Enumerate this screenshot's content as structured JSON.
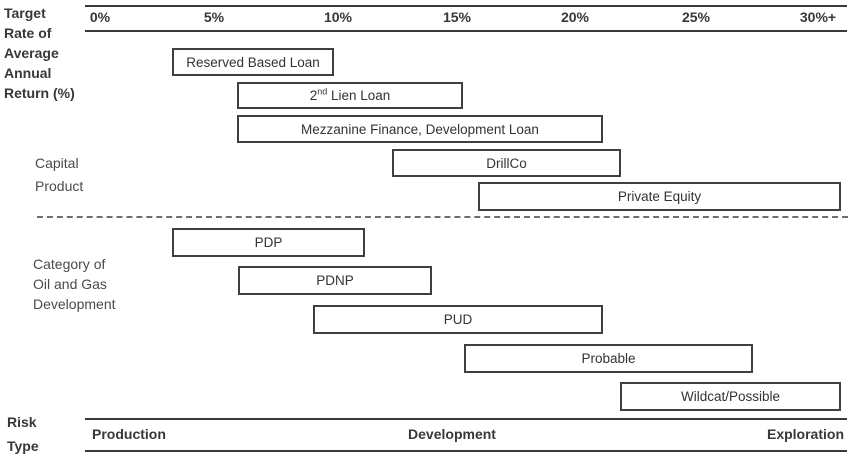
{
  "axis": {
    "title": "Target\nRate of\nAverage\nAnnual\nReturn (%)",
    "ticks": [
      "0%",
      "5%",
      "10%",
      "15%",
      "20%",
      "25%",
      "30%+"
    ]
  },
  "capital": {
    "label": "Capital\nProduct",
    "items": [
      {
        "label": "Reserved Based Loan"
      },
      {
        "prefix": "2",
        "sup": "nd",
        "suffix": " Lien Loan"
      },
      {
        "label": "Mezzanine Finance, Development Loan"
      },
      {
        "label": "DrillCo"
      },
      {
        "label": "Private Equity"
      }
    ]
  },
  "category": {
    "label": "Category of\nOil and Gas\nDevelopment",
    "items": [
      {
        "label": "PDP"
      },
      {
        "label": "PDNP"
      },
      {
        "label": "PUD"
      },
      {
        "label": "Probable"
      },
      {
        "label": "Wildcat/Possible"
      }
    ]
  },
  "risk": {
    "label": "Risk\nType",
    "zones": {
      "left": "Production",
      "center": "Development",
      "right": "Exploration"
    }
  },
  "colors": {
    "line": "#3a3a3a",
    "box_border": "#3f3f3f",
    "text": "#383838",
    "dashed_divider": "#6e6e6e",
    "background": "#ffffff"
  },
  "chart_data": {
    "type": "bar",
    "subtype": "horizontal-range-gantt",
    "title": "Capital products and oil & gas development categories vs target rate of average annual return",
    "xlabel": "Target Rate of Average Annual Return (%)",
    "x_ticks": [
      "0%",
      "5%",
      "10%",
      "15%",
      "20%",
      "25%",
      "30%+"
    ],
    "xlim": [
      0,
      31
    ],
    "grid": false,
    "series": [
      {
        "name": "Capital Product",
        "items": [
          {
            "label": "Reserved Based Loan",
            "range_pct": [
              3,
              9.5
            ]
          },
          {
            "label": "2nd Lien Loan",
            "range_pct": [
              5.5,
              15
            ]
          },
          {
            "label": "Mezzanine Finance, Development Loan",
            "range_pct": [
              5.5,
              21
            ]
          },
          {
            "label": "DrillCo",
            "range_pct": [
              12,
              21.5
            ]
          },
          {
            "label": "Private Equity",
            "range_pct": [
              15.5,
              31
            ]
          }
        ]
      },
      {
        "name": "Category of Oil and Gas Development",
        "items": [
          {
            "label": "PDP",
            "range_pct": [
              3,
              11
            ]
          },
          {
            "label": "PDNP",
            "range_pct": [
              5.5,
              14
            ]
          },
          {
            "label": "PUD",
            "range_pct": [
              9,
              21
            ]
          },
          {
            "label": "Probable",
            "range_pct": [
              15,
              27
            ]
          },
          {
            "label": "Wildcat/Possible",
            "range_pct": [
              21.5,
              31
            ]
          }
        ]
      }
    ],
    "risk_zones": [
      "Production",
      "Development",
      "Exploration"
    ]
  }
}
